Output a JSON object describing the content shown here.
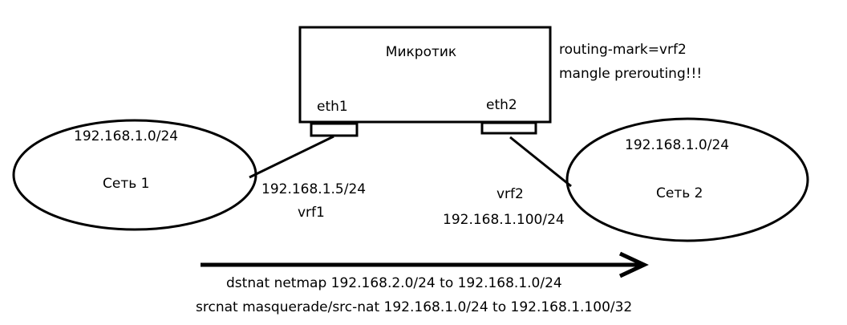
{
  "router": {
    "title": "Микротик",
    "port_left": "eth1",
    "port_right": "eth2"
  },
  "router_note": {
    "line1": "routing-mark=vrf2",
    "line2": "mangle prerouting!!!"
  },
  "network1": {
    "subnet": "192.168.1.0/24",
    "name": "Сеть 1"
  },
  "network2": {
    "subnet": "192.168.1.0/24",
    "name": "Сеть 2"
  },
  "link1": {
    "ip": "192.168.1.5/24",
    "vrf": "vrf1"
  },
  "link2": {
    "vrf": "vrf2",
    "ip": "192.168.1.100/24"
  },
  "nat_rules": {
    "dstnat": "dstnat netmap 192.168.2.0/24 to 192.168.1.0/24",
    "srcnat": "srcnat masquerade/src-nat 192.168.1.0/24 to 192.168.1.100/32"
  },
  "colors": {
    "stroke": "#000000",
    "background": "#ffffff"
  }
}
